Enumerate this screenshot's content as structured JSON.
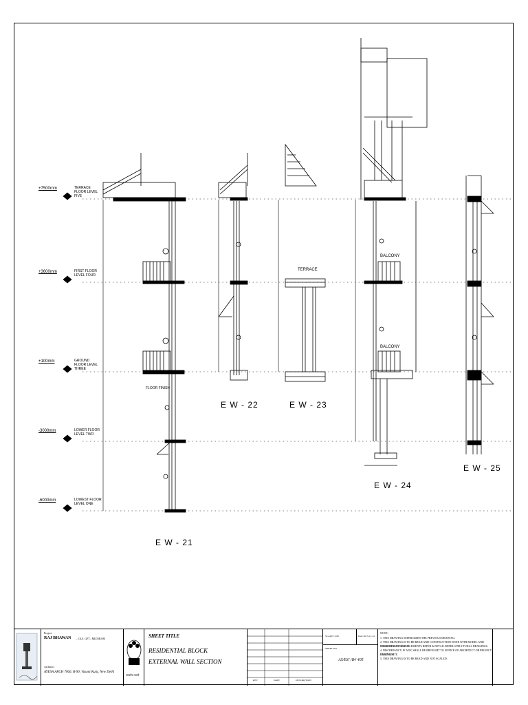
{
  "levels": [
    {
      "value": "+7500mm",
      "label": "TERRACE FLOOR LEVEL FIVE"
    },
    {
      "value": "+3600mm",
      "label": "FIRST FLOOR LEVEL FOUR"
    },
    {
      "value": "+100mm",
      "label": "GROUND FLOOR LEVEL THREE"
    },
    {
      "value": "-3000mm",
      "label": "LOWER FLOOR LEVEL TWO"
    },
    {
      "value": "-6000mm",
      "label": "LOWEST FLOOR LEVEL ONE"
    }
  ],
  "sections": {
    "ew21": "E W - 21",
    "ew22": "E W - 22",
    "ew23": "E W - 23",
    "ew24": "E W - 24",
    "ew25": "E W - 25"
  },
  "drawing_labels": {
    "terrace": "TERRACE",
    "balcony_upper": "BALCONY",
    "balcony_lower": "BALCONY",
    "floor_finish": "FLOOR FINISH"
  },
  "title_block": {
    "project_caption": "Project",
    "project": "RAJ BHAWAN",
    "project_suffix": "... GUJ. GFT., MIZORAM",
    "architect_caption": "Architect",
    "architect": "AYESA ARCH 7066, B-90, Vasant Kunj, New Delhi",
    "emblem_caption": "सत्यमेव जयते",
    "sheet_title_caption": "SHEET TITLE",
    "sheet_title_line1": "RESIDENTIAL BLOCK",
    "sheet_title_line2": "EXTERNAL WALL SECTION",
    "rev_col1": "REV",
    "rev_col2": "DATE",
    "rev_col3": "DESCRIPTION",
    "scale_label": "SCALE 1:100",
    "date_label": "Date 2013-11-14",
    "sheet_no_caption": "SHEET NO.",
    "sheet_no": "AS/RJ/ AW 405",
    "notes_caption": "NOTE:",
    "notes": [
      "1. THIS DRAWING SUPERCEDES THE PREVIOUS DRAWING.",
      "2. THIS DRAWING IS TO BE READ AND CONSTRUCTION DONE WITH MODEL AND DRAWINGS AS NOTED.",
      "3. FOR STRUCTURAL ELEMENTS REFER & DETAIL REFER STRUCTURAL DRAWINGS.",
      "4. DISCREPANCY, IF ANY, SHALL BE BROUGHT TO NOTICE OF ARCHITECT OR PROJECT ENGINEER",
      "DURING SITE.",
      "5. THIS DRAWING IS TO BE READ AND NOT SCALED."
    ]
  }
}
